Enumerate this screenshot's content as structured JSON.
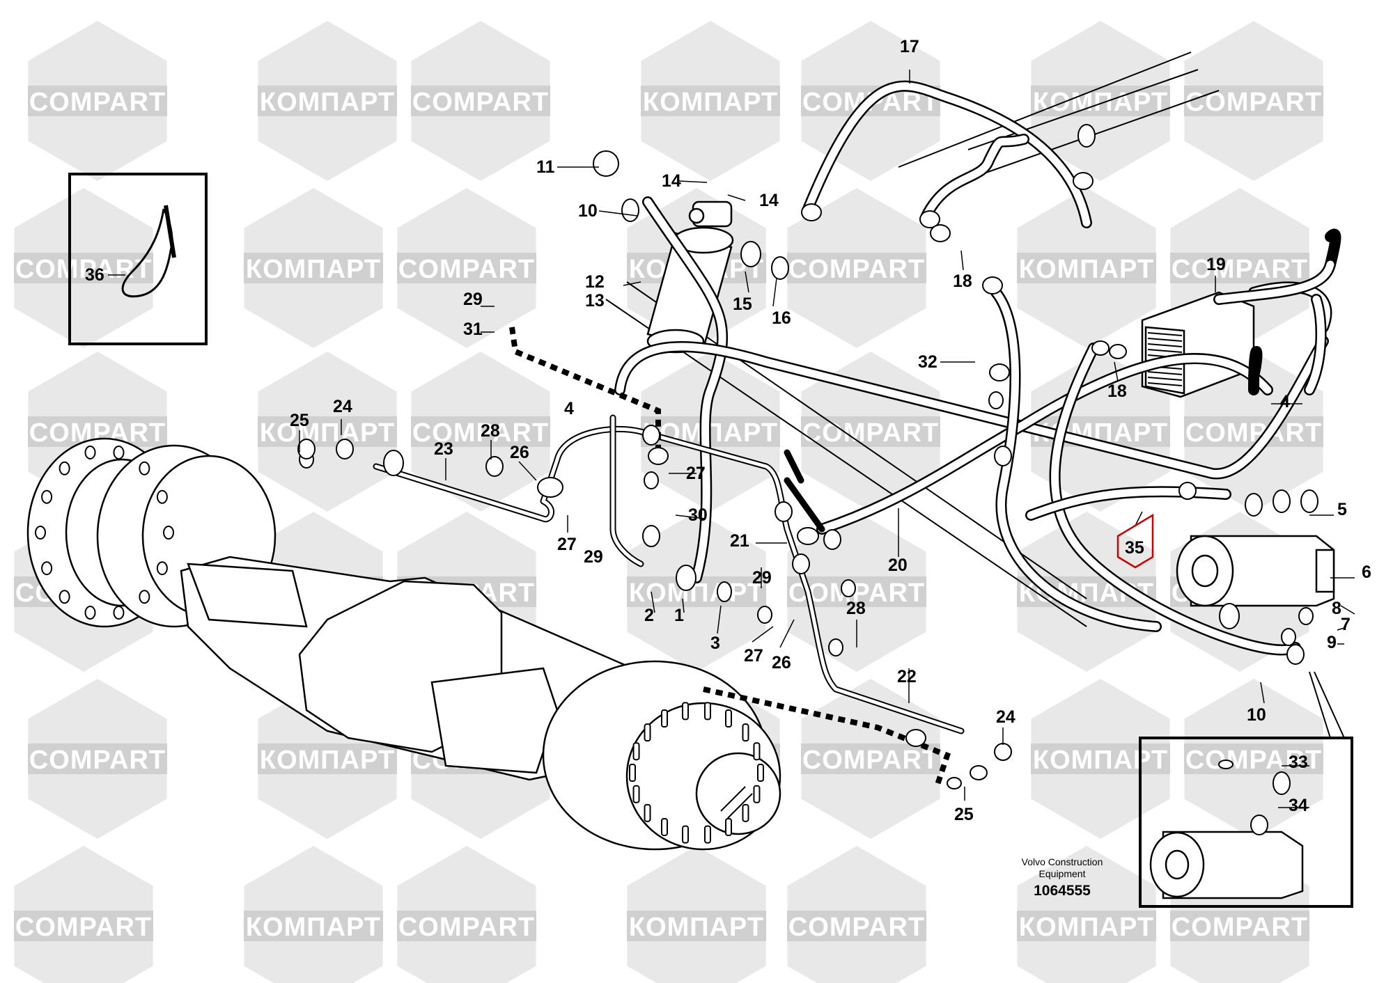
{
  "watermarks": {
    "latin": "COMPART",
    "cyrillic": "КОМПАРТ"
  },
  "caption": {
    "line1": "Volvo Construction",
    "line2": "Equipment",
    "number": "1064555"
  },
  "callouts": {
    "c1": "1",
    "c2": "2",
    "c3": "3",
    "c4a": "4",
    "c4b": "4",
    "c5": "5",
    "c6": "6",
    "c7": "7",
    "c8": "8",
    "c9": "9",
    "c10a": "10",
    "c10b": "10",
    "c11": "11",
    "c12": "12",
    "c13": "13",
    "c14a": "14",
    "c14b": "14",
    "c15": "15",
    "c16": "16",
    "c17": "17",
    "c18a": "18",
    "c18b": "18",
    "c19": "19",
    "c20": "20",
    "c21": "21",
    "c22": "22",
    "c23": "23",
    "c24a": "24",
    "c24b": "24",
    "c25a": "25",
    "c25b": "25",
    "c26a": "26",
    "c26b": "26",
    "c27a": "27",
    "c27b": "27",
    "c27c": "27",
    "c28a": "28",
    "c28b": "28",
    "c29a": "29",
    "c29b": "29",
    "c29c": "29",
    "c30": "30",
    "c31": "31",
    "c32": "32",
    "c33": "33",
    "c34": "34",
    "c35": "35",
    "c36": "36"
  }
}
